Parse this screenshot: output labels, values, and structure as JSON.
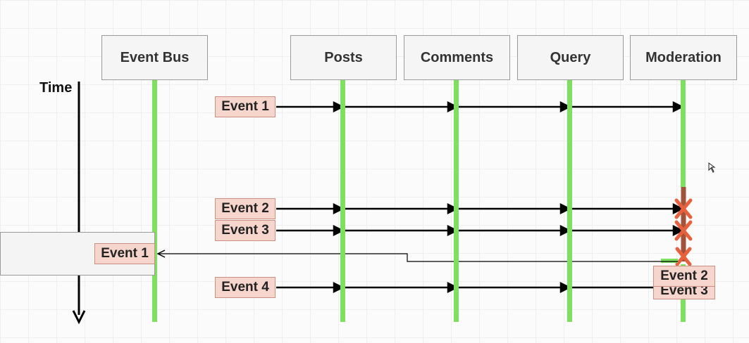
{
  "time_label": "Time",
  "services": [
    "Event Bus",
    "Posts",
    "Comments",
    "Query",
    "Moderation"
  ],
  "event_rows": [
    "Event 1",
    "Event 2",
    "Event 3",
    "Event 4"
  ],
  "return_event": "Event 1",
  "queued_events": [
    "Event 2",
    "Event 3"
  ],
  "colors": {
    "lifeline": "#7ee05f",
    "event_fill": "#f6d5cd",
    "blocked_x": "#e8613f",
    "blocked_line": "#a0523a"
  }
}
